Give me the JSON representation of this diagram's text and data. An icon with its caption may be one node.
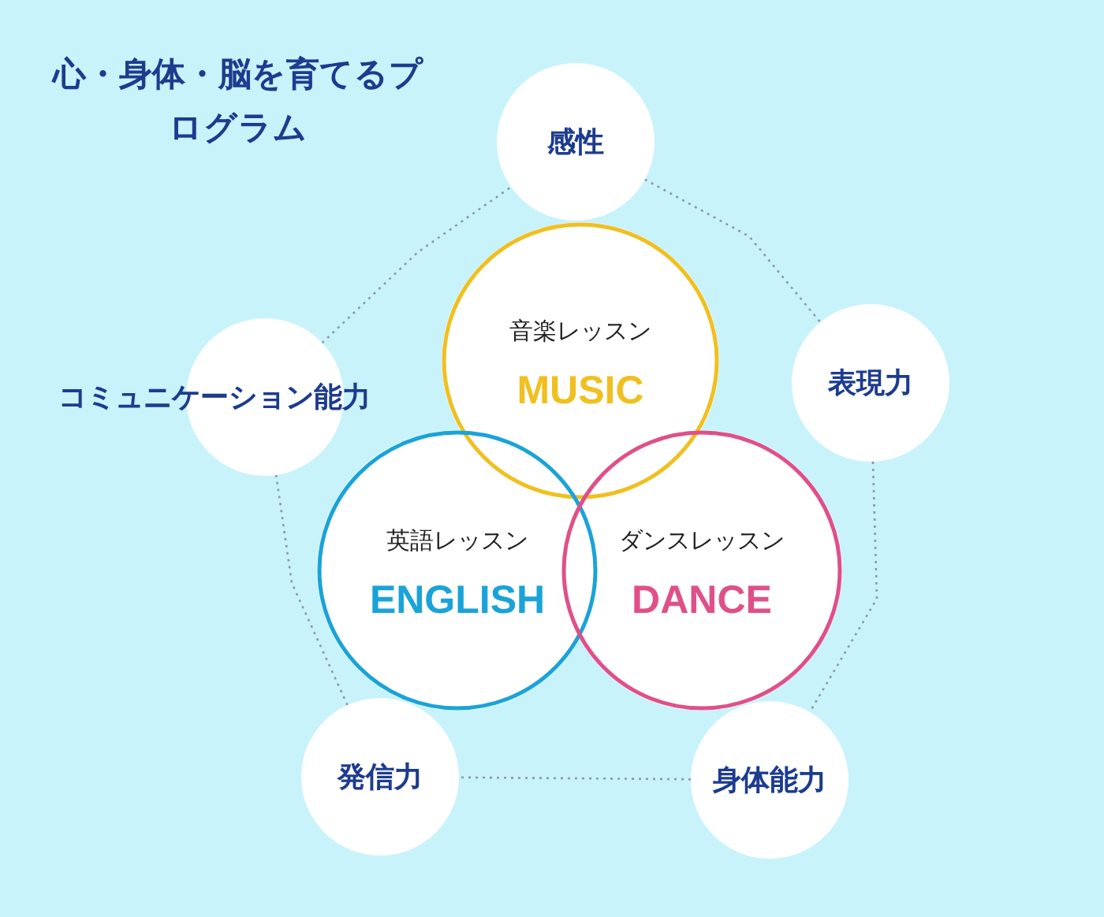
{
  "diagram": {
    "title": "心・身体・脳を育てるプログラム",
    "nodes": [
      {
        "text": [
          "感性"
        ]
      },
      {
        "text": [
          "音楽レッスン",
          "MUSIC"
        ]
      },
      {
        "text": [
          "コミュニケーション能力"
        ]
      },
      {
        "text": [
          "表現力"
        ]
      },
      {
        "text": [
          "英語レッスン",
          "ENGLISH"
        ]
      },
      {
        "text": [
          "ダンスレッスン",
          "DANCE"
        ]
      },
      {
        "text": [
          "発信力"
        ]
      },
      {
        "text": [
          "身体能力"
        ]
      }
    ],
    "edges": [
      {
        "from": 0,
        "to": 3,
        "arrow": "none",
        "style": "dashed"
      },
      {
        "from": 3,
        "to": 7,
        "arrow": "none",
        "style": "dashed"
      },
      {
        "from": 7,
        "to": 6,
        "arrow": "none",
        "style": "dashed"
      },
      {
        "from": 6,
        "to": 2,
        "arrow": "none",
        "style": "dashed"
      },
      {
        "from": 2,
        "to": 0,
        "arrow": "none",
        "style": "dashed"
      }
    ]
  }
}
